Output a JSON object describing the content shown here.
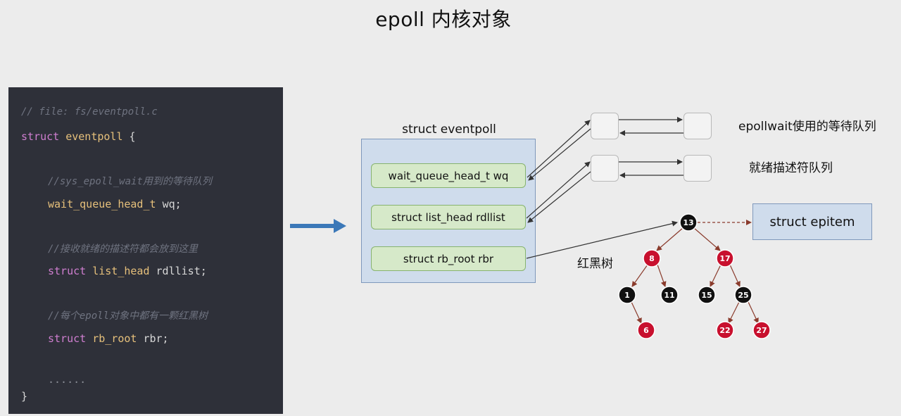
{
  "title": "epoll 内核对象",
  "code": {
    "file_comment": "// file: fs/eventpoll.c",
    "struct_kw": "struct",
    "struct_name": "eventpoll",
    "open_brace": "{",
    "comment_wq": "//sys_epoll_wait用到的等待队列",
    "wq_type": "wait_queue_head_t",
    "wq_name": "wq;",
    "comment_rdllist": "//接收就绪的描述符都会放到这里",
    "rdl_kw": "struct",
    "rdl_type": "list_head",
    "rdl_name": "rdllist;",
    "comment_rbr": "//每个epoll对象中都有一颗红黑树",
    "rbr_kw": "struct",
    "rbr_type": "rb_root",
    "rbr_name": "rbr;",
    "ellipsis": "......",
    "close_brace": "}"
  },
  "diagram": {
    "eventpoll_label": "struct eventpoll",
    "fields": [
      "wait_queue_head_t wq",
      "struct list_head rdllist",
      "struct rb_root rbr"
    ],
    "wait_queue_label": "epollwait使用的等待队列",
    "ready_list_label": "就绪描述符队列",
    "rbtree_label": "红黑树",
    "epitem_label": "struct epitem",
    "rbtree_nodes": [
      {
        "key": "13",
        "color": "black"
      },
      {
        "key": "8",
        "color": "red"
      },
      {
        "key": "17",
        "color": "red"
      },
      {
        "key": "1",
        "color": "black"
      },
      {
        "key": "11",
        "color": "black"
      },
      {
        "key": "15",
        "color": "black"
      },
      {
        "key": "25",
        "color": "black"
      },
      {
        "key": "6",
        "color": "red"
      },
      {
        "key": "22",
        "color": "red"
      },
      {
        "key": "27",
        "color": "red"
      }
    ]
  },
  "colors": {
    "code_bg": "#2e3039",
    "struct_box": "#cfdcec",
    "field_box": "#d6e9c9",
    "rb_black": "#111111",
    "rb_red": "#c8102e",
    "arrow_blue": "#3b78b8"
  }
}
